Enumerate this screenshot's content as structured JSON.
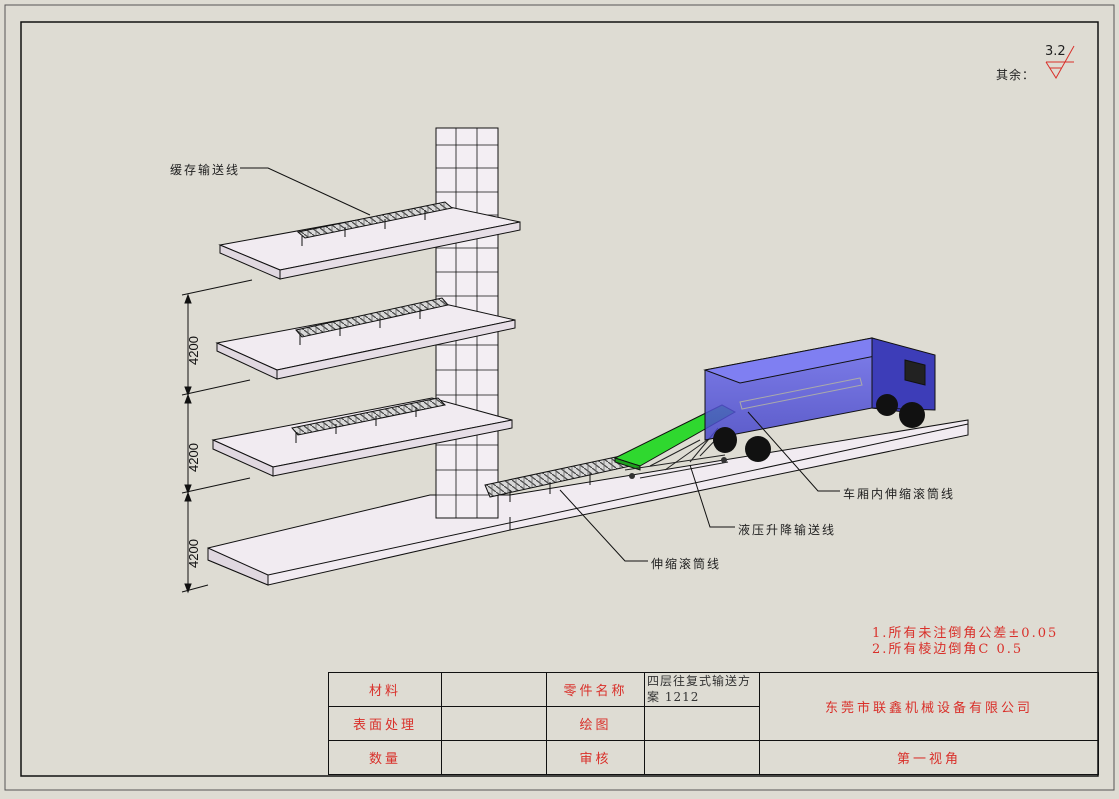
{
  "roughness": {
    "prefix": "其余：",
    "value": "3.2"
  },
  "labels": {
    "buffer_conveyor": "缓存输送线",
    "truck_roller": "车厢内伸缩滚筒线",
    "hydraulic_lift": "液压升降输送线",
    "telescopic_roller": "伸缩滚筒线"
  },
  "dimensions": [
    "4200",
    "4200",
    "4200"
  ],
  "notes": [
    "1.所有未注倒角公差±0.05",
    "2.所有棱边倒角C 0.5"
  ],
  "title_block": {
    "material_label": "材料",
    "material_value": "",
    "surface_label": "表面处理",
    "surface_value": "",
    "quantity_label": "数量",
    "quantity_value": "",
    "part_name_label": "零件名称",
    "part_name_value": "四层往复式输送方案 1212",
    "drawing_label": "绘图",
    "drawing_value": "",
    "review_label": "审核",
    "review_value": "",
    "company": "东莞市联鑫机械设备有限公司",
    "projection": "第一视角"
  },
  "colors": {
    "annotation_red": "#d9302a",
    "platform_fill": "#f1ebf1",
    "truck_blue": "#5a5ae0",
    "lift_green": "#2fd82f"
  }
}
